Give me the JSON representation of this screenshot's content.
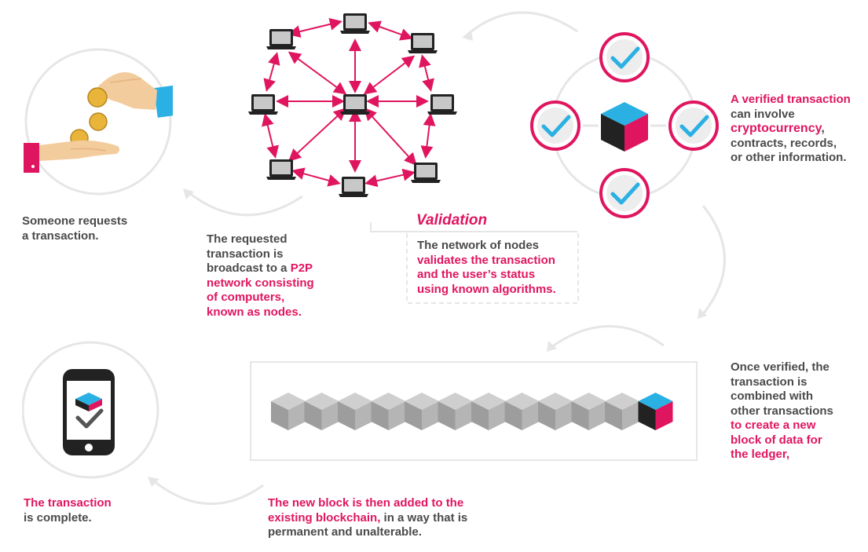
{
  "colors": {
    "accent": "#e0155f",
    "blue": "#2bb0e4",
    "text": "#4a4a4a",
    "light_gray": "#e6e6e6"
  },
  "step1": {
    "line1": "Someone requests",
    "line2": "a transaction."
  },
  "step2": {
    "line1": "The requested",
    "line2": "transaction is",
    "line3_plain": "broadcast to a ",
    "line3_pink": "P2P",
    "line4": "network consisting",
    "line5": "of computers,",
    "line6": "known as nodes."
  },
  "validation": {
    "title": "Validation",
    "line1": "The network of nodes",
    "line2": "validates the transaction",
    "line3": "and the user’s status",
    "line4": "using known algorithms."
  },
  "verified": {
    "line1": "A verified transaction",
    "line2": "can involve",
    "line3_pink": "cryptocurrency",
    "line3_plain": ",",
    "line4": "contracts, records,",
    "line5": "or other information."
  },
  "combined": {
    "line1": "Once verified, the",
    "line2": "transaction is",
    "line3": "combined with",
    "line4": "other transactions",
    "line5": "to create a new",
    "line6": "block of data for",
    "line7": "the ledger,"
  },
  "added": {
    "line1": "The new block is then added to the",
    "line2_pink": "existing blockchain,",
    "line2_plain": " in a way that is",
    "line3": "permanent and unalterable."
  },
  "complete": {
    "line1": "The transaction",
    "line2": "is complete."
  },
  "icons": {
    "hands": "hands-with-coins-icon",
    "network": "computer-network-icon",
    "check": "checkmark-icon",
    "cube": "cube-icon",
    "chain": "blockchain-icon",
    "phone": "smartphone-icon"
  }
}
